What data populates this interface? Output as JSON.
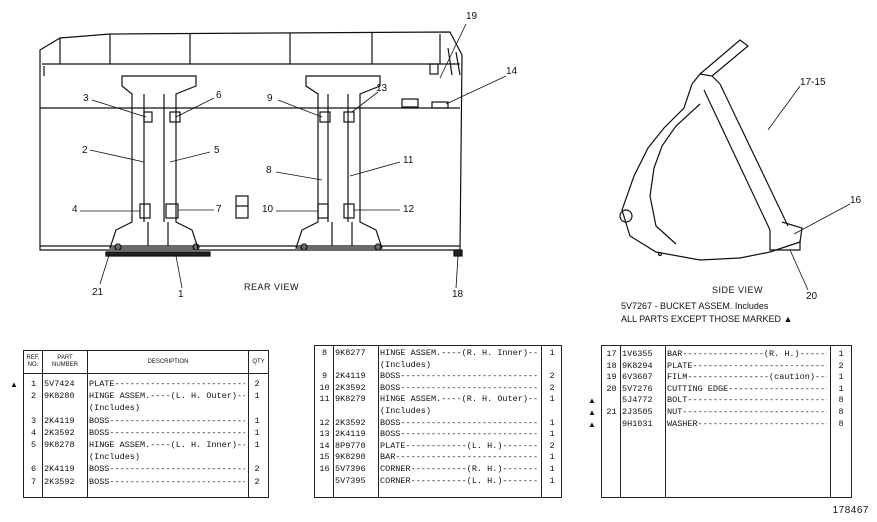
{
  "drawing": {
    "rear_caption": "REAR VIEW",
    "side_caption": "SIDE VIEW",
    "assembly_note": "5V7267 - BUCKET ASSEM. Includes",
    "assembly_note2": "ALL PARTS EXCEPT THOSE MARKED ▲",
    "callouts_rear": [
      "3",
      "6",
      "9",
      "19",
      "14",
      "2",
      "5",
      "8",
      "11",
      "13",
      "4",
      "7",
      "10",
      "12",
      "21",
      "1",
      "18"
    ],
    "callouts_side": [
      "17-15",
      "16",
      "20"
    ]
  },
  "table": {
    "headers": {
      "ref": "REF. NO.",
      "part": "PART NUMBER",
      "desc": "DESCRIPTION",
      "qty": "QTY"
    },
    "col1": [
      {
        "mark": "▲",
        "ref": "1",
        "part": "5V7424",
        "desc": "PLATE----------------------------",
        "qty": "2"
      },
      {
        "mark": "",
        "ref": "2",
        "part": "9K8280",
        "desc": "HINGE ASSEM.----(L. H. Outer)---",
        "qty": "1"
      },
      {
        "mark": "",
        "ref": "",
        "part": "",
        "desc": "    (Includes)",
        "qty": ""
      },
      {
        "mark": "",
        "ref": "3",
        "part": "2K4119",
        "desc": "    BOSS---------------------------",
        "qty": "1"
      },
      {
        "mark": "",
        "ref": "4",
        "part": "2K3592",
        "desc": "    BOSS---------------------------",
        "qty": "1"
      },
      {
        "mark": "",
        "ref": "5",
        "part": "9K8278",
        "desc": "HINGE ASSEM.----(L. H. Inner)---",
        "qty": "1"
      },
      {
        "mark": "",
        "ref": "",
        "part": "",
        "desc": "    (Includes)",
        "qty": ""
      },
      {
        "mark": "",
        "ref": "6",
        "part": "2K4119",
        "desc": "    BOSS---------------------------",
        "qty": "2"
      },
      {
        "mark": "",
        "ref": "7",
        "part": "2K3592",
        "desc": "    BOSS---------------------------",
        "qty": "2"
      }
    ],
    "col2": [
      {
        "ref": "8",
        "part": "9K8277",
        "desc": "HINGE ASSEM.----(R. H. Inner)--",
        "qty": "1"
      },
      {
        "ref": "",
        "part": "",
        "desc": "    (Includes)",
        "qty": ""
      },
      {
        "ref": "9",
        "part": "2K4119",
        "desc": "    BOSS---------------------------",
        "qty": "2"
      },
      {
        "ref": "10",
        "part": "2K3592",
        "desc": "    BOSS---------------------------",
        "qty": "2"
      },
      {
        "ref": "11",
        "part": "9K8279",
        "desc": "HINGE ASSEM.----(R. H. Outer)--",
        "qty": "1"
      },
      {
        "ref": "",
        "part": "",
        "desc": "    (Includes)",
        "qty": ""
      },
      {
        "ref": "12",
        "part": "2K3592",
        "desc": "    BOSS---------------------------",
        "qty": "1"
      },
      {
        "ref": "13",
        "part": "2K4119",
        "desc": "    BOSS---------------------------",
        "qty": "1"
      },
      {
        "ref": "14",
        "part": "8P9770",
        "desc": "PLATE------------(L. H.)--------",
        "qty": "2"
      },
      {
        "ref": "15",
        "part": "9K8290",
        "desc": "BAR------------------------------",
        "qty": "1"
      },
      {
        "ref": "16",
        "part": "5V7396",
        "desc": "CORNER-----------(R. H.)--------",
        "qty": "1"
      },
      {
        "ref": "",
        "part": "5V7395",
        "desc": "CORNER-----------(L. H.)--------",
        "qty": "1"
      }
    ],
    "col3": [
      {
        "mark": "",
        "ref": "17",
        "part": "1V6355",
        "desc": "BAR----------------(R. H.)------",
        "qty": "1"
      },
      {
        "mark": "",
        "ref": "18",
        "part": "9K8294",
        "desc": "PLATE-----------------------------",
        "qty": "2"
      },
      {
        "mark": "",
        "ref": "19",
        "part": "6V3607",
        "desc": "FILM----------------(caution)----",
        "qty": "1"
      },
      {
        "mark": "",
        "ref": "20",
        "part": "5V7276",
        "desc": "CUTTING EDGE----------------------",
        "qty": "1"
      },
      {
        "mark": "▲",
        "ref": "",
        "part": "5J4772",
        "desc": "BOLT------------------------------",
        "qty": "8"
      },
      {
        "mark": "▲",
        "ref": "21",
        "part": "2J3505",
        "desc": "NUT-------------------------------",
        "qty": "8"
      },
      {
        "mark": "▲",
        "ref": "",
        "part": "9H1031",
        "desc": "WASHER----------------------------",
        "qty": "8"
      }
    ]
  },
  "drawing_number": "178467"
}
